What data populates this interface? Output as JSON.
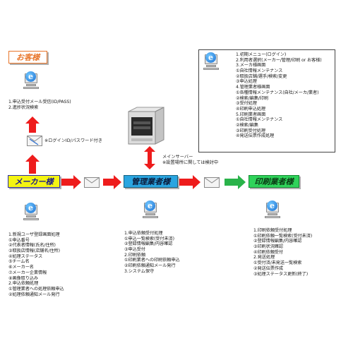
{
  "actors": {
    "customer": "お客様",
    "maker": "メーカー様",
    "management": "管理業者様",
    "printer": "印刷業者様"
  },
  "customer_notes": [
    "1.申込受付メール受信(ID/PASS)",
    "2.進捗状況検索"
  ],
  "login_note": "※ログインID/パスワード付き",
  "server_note": [
    "メインサーバー",
    "※設置場所に関しては検討中"
  ],
  "menu_box": [
    "1.初期メニュー(ログイン)",
    "2.利用者選択(メーカー/管理/印刷 or お客様)",
    "3.メーカ様画面",
    "  ①自社情報メンテナンス",
    "  ②取扱店舗/選手/検索/変更",
    "  ③申込処理",
    "4.管理業者様画面",
    "  ①各種情報メンテナンス(自社/メーカ/業者)",
    "  ②検索/編集/印刷",
    "  ③受付処理",
    "  ④印刷申込処理",
    "5.印刷業者画面",
    "  ①自社情報メンテナンス",
    "  ②検索/編集",
    "  ③印刷受付処理",
    "  ④発送伝票作成処理"
  ],
  "maker_notes": [
    "1.新規ユーザ登録画面処理",
    "  ①申込番号",
    "  ②代表者情報(氏名/住所)",
    "  ③取扱店情報(店舗名/住所)",
    "  ④処理ステータス",
    "  ⑤チーム名",
    "  ⑥メーカー名",
    "  ⑦メーカー企業情報",
    "  ⑧画像取り込み",
    "2.申込依頼処理",
    "  ①管理業者への処理依頼申込",
    "  ②処理依頼通知メール発行"
  ],
  "management_notes": [
    "1.申込依頼受付処理",
    "  ①申込一覧検索(受付未済)",
    "  ②登録情報編集/内容確認",
    "  ③申込受付",
    "2.印刷依頼",
    "  ①印刷業者への印刷依頼申込",
    "  ②印刷依頼通知メール発行",
    "3.システム保守"
  ],
  "printer_notes": [
    "1.印刷依頼受付処理",
    "  ①印刷依頼一覧検索(受付未済)",
    "  ②登録情報編集/内容確認",
    "  ③印刷状況確認",
    "  ④印刷依頼受付",
    "2.発送処理",
    "  ①受付済/未発送一覧検索",
    "  ②発送伝票作成",
    "  ③処理ステータス更新(終了)"
  ],
  "icons": [
    "computer-icon",
    "ie-browser-icon",
    "mail-envelope-icon",
    "server-icon",
    "red-arrow-icon",
    "green-arrow-icon"
  ],
  "colors": {
    "arrow": "#ee1c1c",
    "final_arrow": "#2ab34a",
    "customer": "#e8752a",
    "maker": "#f4f412",
    "management": "#2aa5e0",
    "printer": "#2fd35a"
  }
}
